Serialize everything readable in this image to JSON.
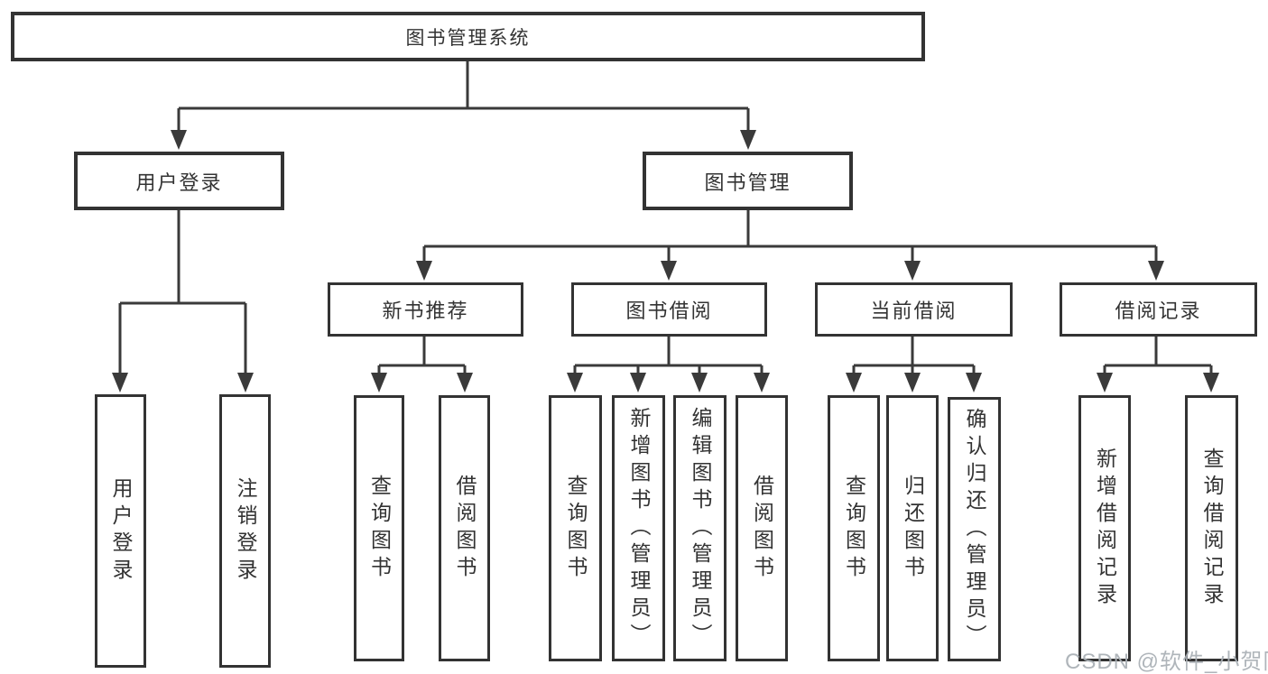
{
  "diagram_title": "图书管理系统",
  "watermark": "CSDN @软件_小贺同学",
  "colors": {
    "line": "#3a3a3a",
    "box_border": "#333333",
    "text": "#333333",
    "watermark": "#a9afb5"
  },
  "nodes": {
    "root": {
      "label": "图书管理系统"
    },
    "login": {
      "label": "用户登录"
    },
    "mgmt": {
      "label": "图书管理"
    },
    "new_books": {
      "label": "新书推荐"
    },
    "borrow": {
      "label": "图书借阅"
    },
    "current": {
      "label": "当前借阅"
    },
    "records": {
      "label": "借阅记录"
    },
    "login_user": {
      "label": "用户登录"
    },
    "login_logout": {
      "label": "注销登录"
    },
    "new_query": {
      "label": "查询图书"
    },
    "new_borrow": {
      "label": "借阅图书"
    },
    "bor_query": {
      "label": "查询图书"
    },
    "bor_add": {
      "label": "新增图书（管理员）"
    },
    "bor_edit": {
      "label": "编辑图书（管理员）"
    },
    "bor_lend": {
      "label": "借阅图书"
    },
    "cur_query": {
      "label": "查询图书"
    },
    "cur_return": {
      "label": "归还图书"
    },
    "cur_confirm": {
      "label": "确认归还（管理员）"
    },
    "rec_add": {
      "label": "新增借阅记录"
    },
    "rec_query": {
      "label": "查询借阅记录"
    }
  },
  "edges": [
    {
      "from": "图书管理系统",
      "to": [
        "用户登录",
        "图书管理"
      ]
    },
    {
      "from": "用户登录",
      "to": [
        "用户登录",
        "注销登录"
      ]
    },
    {
      "from": "图书管理",
      "to": [
        "新书推荐",
        "图书借阅",
        "当前借阅",
        "借阅记录"
      ]
    },
    {
      "from": "新书推荐",
      "to": [
        "查询图书",
        "借阅图书"
      ]
    },
    {
      "from": "图书借阅",
      "to": [
        "查询图书",
        "新增图书（管理员）",
        "编辑图书（管理员）",
        "借阅图书"
      ]
    },
    {
      "from": "当前借阅",
      "to": [
        "查询图书",
        "归还图书",
        "确认归还（管理员）"
      ]
    },
    {
      "from": "借阅记录",
      "to": [
        "新增借阅记录",
        "查询借阅记录"
      ]
    }
  ]
}
